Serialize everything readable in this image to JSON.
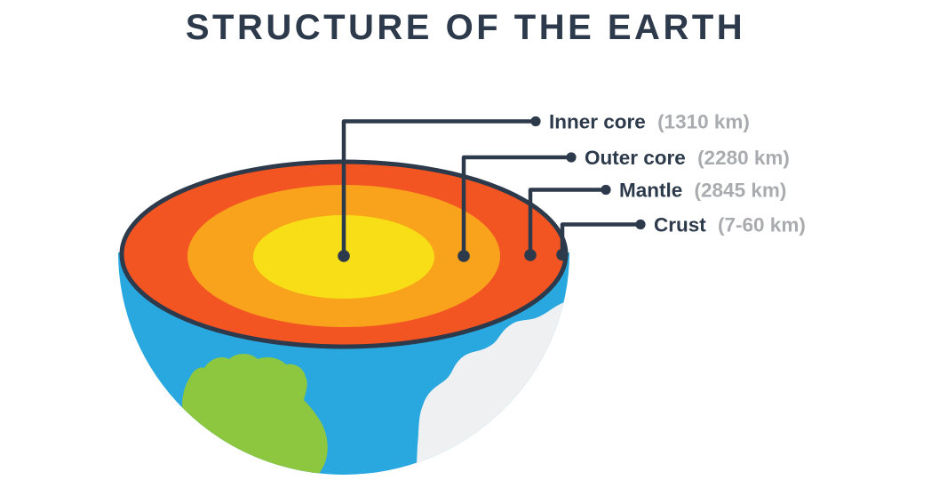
{
  "title": "STRUCTURE OF THE EARTH",
  "diagram": {
    "title_color": "#2D3A4B",
    "leader_color": "#2D3A4B",
    "label_name_color": "#2D3A4B",
    "label_value_color": "#A9ABAE",
    "layers": [
      {
        "name": "Inner core",
        "depth": "(1310 km)",
        "color": "#F8DE16"
      },
      {
        "name": "Outer core",
        "depth": "(2280 km)",
        "color": "#F9A21B"
      },
      {
        "name": "Mantle",
        "depth": "(2845 km)",
        "color": "#F25422"
      },
      {
        "name": "Crust",
        "depth": "(7-60 km)",
        "color": "#29A8DF"
      }
    ],
    "earth": {
      "outline_color": "#2D3A4B",
      "ocean_color": "#29A8DF",
      "land_green_color": "#8DC63F",
      "land_white_color": "#EFF0F1"
    }
  }
}
